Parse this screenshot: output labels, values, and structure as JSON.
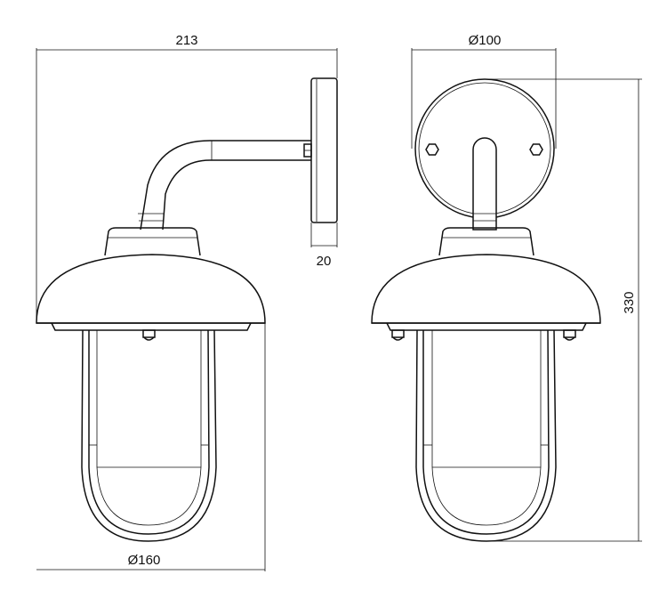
{
  "dimensions": {
    "total_depth": "213",
    "backplate_diameter": "Ø100",
    "backplate_thickness": "20",
    "total_height": "330",
    "shade_diameter": "Ø160"
  }
}
